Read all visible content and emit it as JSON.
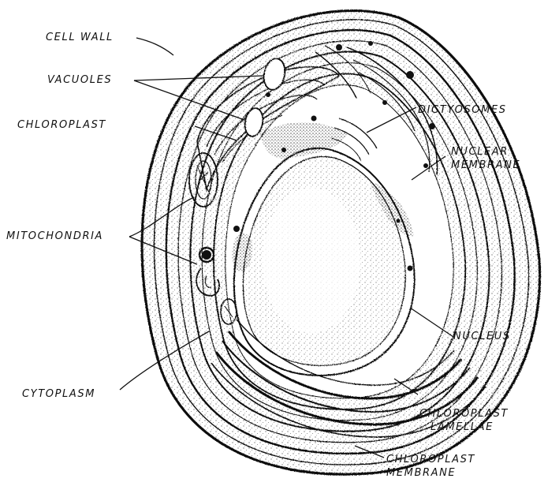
{
  "diagram": {
    "labels": {
      "cell_wall": "CELL WALL",
      "vacuoles": "VACUOLES",
      "chloroplast": "CHLOROPLAST",
      "mitochondria": "MITOCHONDRIA",
      "cytoplasm": "CYTOPLASM",
      "dictyosomes": "DICTYOSOMES",
      "nuclear_membrane": [
        "NUCLEAR",
        "MEMBRANE"
      ],
      "nucleus": "NUCLEUS",
      "chloroplast_lamellae": [
        "CHLOROPLAST",
        "LAMELLAE"
      ],
      "chloroplast_membrane": [
        "CHLOROPLAST",
        "MEMBRANE"
      ]
    },
    "colors": {
      "ink": "#111111",
      "paper": "#ffffff"
    }
  }
}
